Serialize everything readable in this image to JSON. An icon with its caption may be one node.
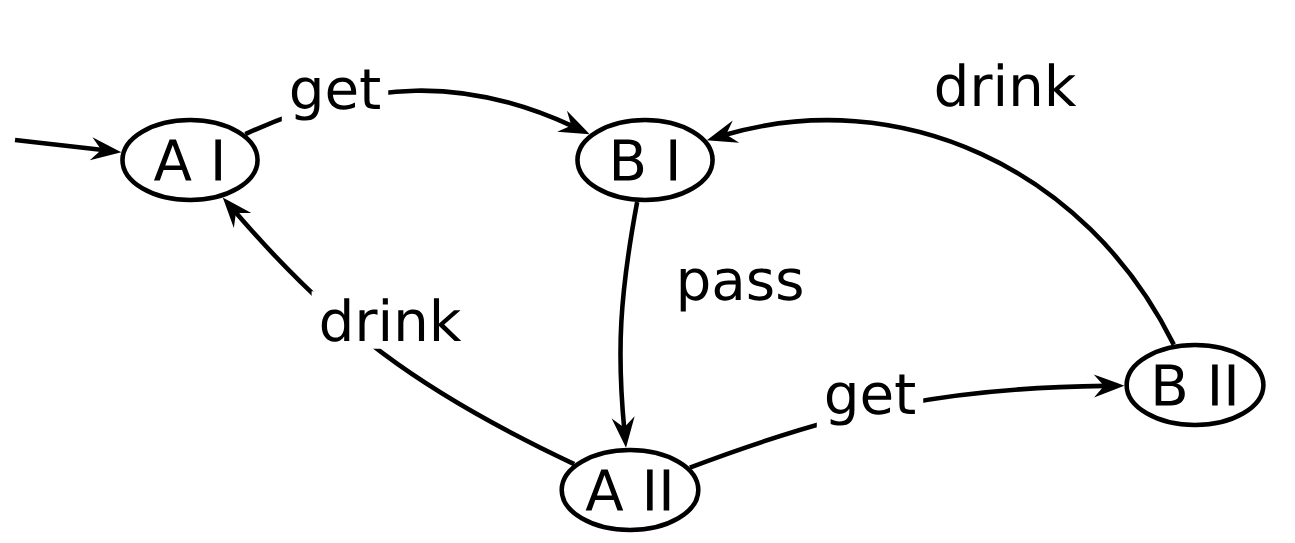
{
  "diagram": {
    "nodes": [
      {
        "text": [
          "A I"
        ]
      },
      {
        "text": [
          "B I"
        ]
      },
      {
        "text": [
          "A II"
        ]
      },
      {
        "text": [
          "B II"
        ]
      }
    ],
    "edges": [
      {
        "from": null,
        "to": 0,
        "arrow": "to"
      },
      {
        "from": 0,
        "to": 1,
        "arrow": "to",
        "label": "get"
      },
      {
        "from": 1,
        "to": 2,
        "arrow": "to",
        "label": "pass"
      },
      {
        "from": 2,
        "to": 0,
        "arrow": "to",
        "label": "drink"
      },
      {
        "from": 2,
        "to": 3,
        "arrow": "to",
        "label": "get"
      },
      {
        "from": 3,
        "to": 1,
        "arrow": "to",
        "label": "drink"
      }
    ]
  }
}
